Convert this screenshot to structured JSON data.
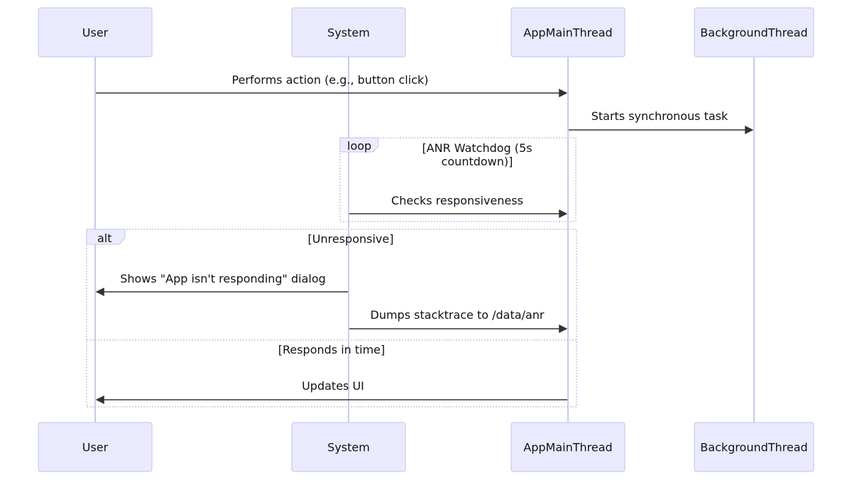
{
  "actors": [
    {
      "id": "user",
      "label": "User"
    },
    {
      "id": "system",
      "label": "System"
    },
    {
      "id": "app",
      "label": "AppMainThread"
    },
    {
      "id": "bg",
      "label": "BackgroundThread"
    }
  ],
  "messages": [
    {
      "from": "user",
      "to": "app",
      "label": "Performs action (e.g., button click)"
    },
    {
      "from": "app",
      "to": "bg",
      "label": "Starts synchronous task"
    },
    {
      "from": "system",
      "to": "app",
      "label": "Checks responsiveness"
    },
    {
      "from": "system",
      "to": "user",
      "label": "Shows \"App isn't responding\" dialog"
    },
    {
      "from": "system",
      "to": "app",
      "label": "Dumps stacktrace to /data/anr"
    },
    {
      "from": "app",
      "to": "user",
      "label": "Updates UI"
    }
  ],
  "frames": {
    "loop": {
      "tag": "loop",
      "condition_line1": "[ANR Watchdog (5s",
      "condition_line2": "countdown)]"
    },
    "alt": {
      "tag": "alt",
      "condition": "[Unresponsive]",
      "else_condition": "[Responds in time]"
    }
  },
  "colors": {
    "actor_fill": "#eaeaff",
    "actor_stroke": "#c5c0e8",
    "lifeline": "#cdc8ea",
    "arrow": "#333333"
  }
}
